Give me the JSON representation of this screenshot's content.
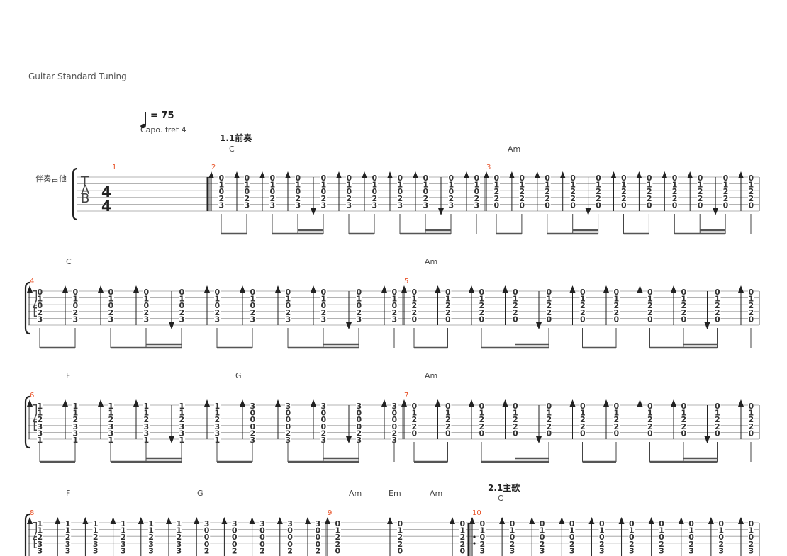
{
  "score": {
    "tuning": "Guitar Standard Tuning",
    "tempo": "= 75",
    "capo": "Capo. fret 4",
    "instrument": "伴奏吉他",
    "time_signature": [
      "4",
      "4"
    ],
    "tab_letters": [
      "T",
      "A",
      "B"
    ],
    "colors": {
      "bar_number": "#e8542a",
      "staff_line": "#9a9a9a",
      "text": "#333333"
    }
  },
  "voicings": {
    "C": [
      "0",
      "1",
      "0",
      "2",
      "3"
    ],
    "Am": [
      "0",
      "1",
      "2",
      "2",
      "0"
    ],
    "F": [
      "1",
      "1",
      "2",
      "3",
      "3",
      "1"
    ],
    "G": [
      "3",
      "0",
      "0",
      "0",
      "2",
      "3"
    ]
  },
  "rows": [
    {
      "measures": [
        {
          "number": "1",
          "section": "",
          "chords": [],
          "beats": []
        },
        {
          "number": "2",
          "section": "1.1前奏",
          "repeat_open": true,
          "chords": [
            "C"
          ],
          "beats": [
            {
              "v": "C",
              "s": "up"
            },
            {
              "v": "C",
              "s": "up"
            },
            {
              "v": "C",
              "s": "up"
            },
            {
              "v": "C",
              "s": "up"
            },
            {
              "v": "C",
              "s": "down"
            },
            {
              "v": "C",
              "s": "up"
            },
            {
              "v": "C",
              "s": "up"
            },
            {
              "v": "C",
              "s": "up"
            },
            {
              "v": "C",
              "s": "up"
            },
            {
              "v": "C",
              "s": "down"
            },
            {
              "v": "C",
              "s": "up"
            }
          ]
        },
        {
          "number": "3",
          "section": "",
          "chords": [
            "Am"
          ],
          "beats": [
            {
              "v": "Am",
              "s": "up"
            },
            {
              "v": "Am",
              "s": "up"
            },
            {
              "v": "Am",
              "s": "up"
            },
            {
              "v": "Am",
              "s": "up"
            },
            {
              "v": "Am",
              "s": "down"
            },
            {
              "v": "Am",
              "s": "up"
            },
            {
              "v": "Am",
              "s": "up"
            },
            {
              "v": "Am",
              "s": "up"
            },
            {
              "v": "Am",
              "s": "up"
            },
            {
              "v": "Am",
              "s": "down"
            },
            {
              "v": "Am",
              "s": "up"
            }
          ]
        }
      ]
    },
    {
      "measures": [
        {
          "number": "4",
          "section": "",
          "chords": [
            "C"
          ],
          "beats": [
            {
              "v": "C",
              "s": "up"
            },
            {
              "v": "C",
              "s": "up"
            },
            {
              "v": "C",
              "s": "up"
            },
            {
              "v": "C",
              "s": "up"
            },
            {
              "v": "C",
              "s": "down"
            },
            {
              "v": "C",
              "s": "up"
            },
            {
              "v": "C",
              "s": "up"
            },
            {
              "v": "C",
              "s": "up"
            },
            {
              "v": "C",
              "s": "up"
            },
            {
              "v": "C",
              "s": "down"
            },
            {
              "v": "C",
              "s": "up"
            }
          ]
        },
        {
          "number": "5",
          "section": "",
          "chords": [
            "Am"
          ],
          "beats": [
            {
              "v": "Am",
              "s": "up"
            },
            {
              "v": "Am",
              "s": "up"
            },
            {
              "v": "Am",
              "s": "up"
            },
            {
              "v": "Am",
              "s": "up"
            },
            {
              "v": "Am",
              "s": "down"
            },
            {
              "v": "Am",
              "s": "up"
            },
            {
              "v": "Am",
              "s": "up"
            },
            {
              "v": "Am",
              "s": "up"
            },
            {
              "v": "Am",
              "s": "up"
            },
            {
              "v": "Am",
              "s": "down"
            },
            {
              "v": "Am",
              "s": "up"
            }
          ]
        }
      ]
    },
    {
      "measures": [
        {
          "number": "6",
          "section": "",
          "chords": [
            "F",
            "G"
          ],
          "beats": [
            {
              "v": "F",
              "s": "up"
            },
            {
              "v": "F",
              "s": "up"
            },
            {
              "v": "F",
              "s": "up"
            },
            {
              "v": "F",
              "s": "up"
            },
            {
              "v": "F",
              "s": "down"
            },
            {
              "v": "F",
              "s": "up"
            },
            {
              "v": "G",
              "s": "up"
            },
            {
              "v": "G",
              "s": "up"
            },
            {
              "v": "G",
              "s": "up"
            },
            {
              "v": "G",
              "s": "down"
            },
            {
              "v": "G",
              "s": "up"
            }
          ]
        },
        {
          "number": "7",
          "section": "",
          "chords": [
            "Am"
          ],
          "beats": [
            {
              "v": "Am",
              "s": "up"
            },
            {
              "v": "Am",
              "s": "up"
            },
            {
              "v": "Am",
              "s": "up"
            },
            {
              "v": "Am",
              "s": "up"
            },
            {
              "v": "Am",
              "s": "down"
            },
            {
              "v": "Am",
              "s": "up"
            },
            {
              "v": "Am",
              "s": "up"
            },
            {
              "v": "Am",
              "s": "up"
            },
            {
              "v": "Am",
              "s": "up"
            },
            {
              "v": "Am",
              "s": "down"
            },
            {
              "v": "Am",
              "s": "up"
            }
          ]
        }
      ]
    },
    {
      "measures": [
        {
          "number": "8",
          "section": "",
          "chords": [
            "F",
            "G"
          ],
          "beats": [
            {
              "v": "F",
              "s": "up"
            },
            {
              "v": "F",
              "s": "up"
            },
            {
              "v": "F",
              "s": "up"
            },
            {
              "v": "F",
              "s": "up"
            },
            {
              "v": "F",
              "s": "up"
            },
            {
              "v": "F",
              "s": "up"
            },
            {
              "v": "G",
              "s": "up"
            },
            {
              "v": "G",
              "s": "up"
            },
            {
              "v": "G",
              "s": "up"
            },
            {
              "v": "G",
              "s": "up"
            },
            {
              "v": "G",
              "s": "up"
            }
          ]
        },
        {
          "number": "9",
          "section": "",
          "chords": [
            "Am",
            "Em",
            "Am"
          ],
          "beats": [
            {
              "v": "Am",
              "s": "up"
            },
            {
              "v": "Am",
              "s": "up"
            },
            {
              "v": "Am",
              "s": "up"
            }
          ]
        },
        {
          "number": "10",
          "section": "2.1主歌",
          "repeat_open": true,
          "chords": [
            "C"
          ],
          "beats": [
            {
              "v": "C",
              "s": "up"
            },
            {
              "v": "C",
              "s": "up"
            },
            {
              "v": "C",
              "s": "up"
            },
            {
              "v": "C",
              "s": "up"
            },
            {
              "v": "C",
              "s": "up"
            },
            {
              "v": "C",
              "s": "up"
            },
            {
              "v": "C",
              "s": "up"
            },
            {
              "v": "C",
              "s": "up"
            },
            {
              "v": "C",
              "s": "up"
            },
            {
              "v": "C",
              "s": "up"
            }
          ]
        }
      ]
    }
  ]
}
